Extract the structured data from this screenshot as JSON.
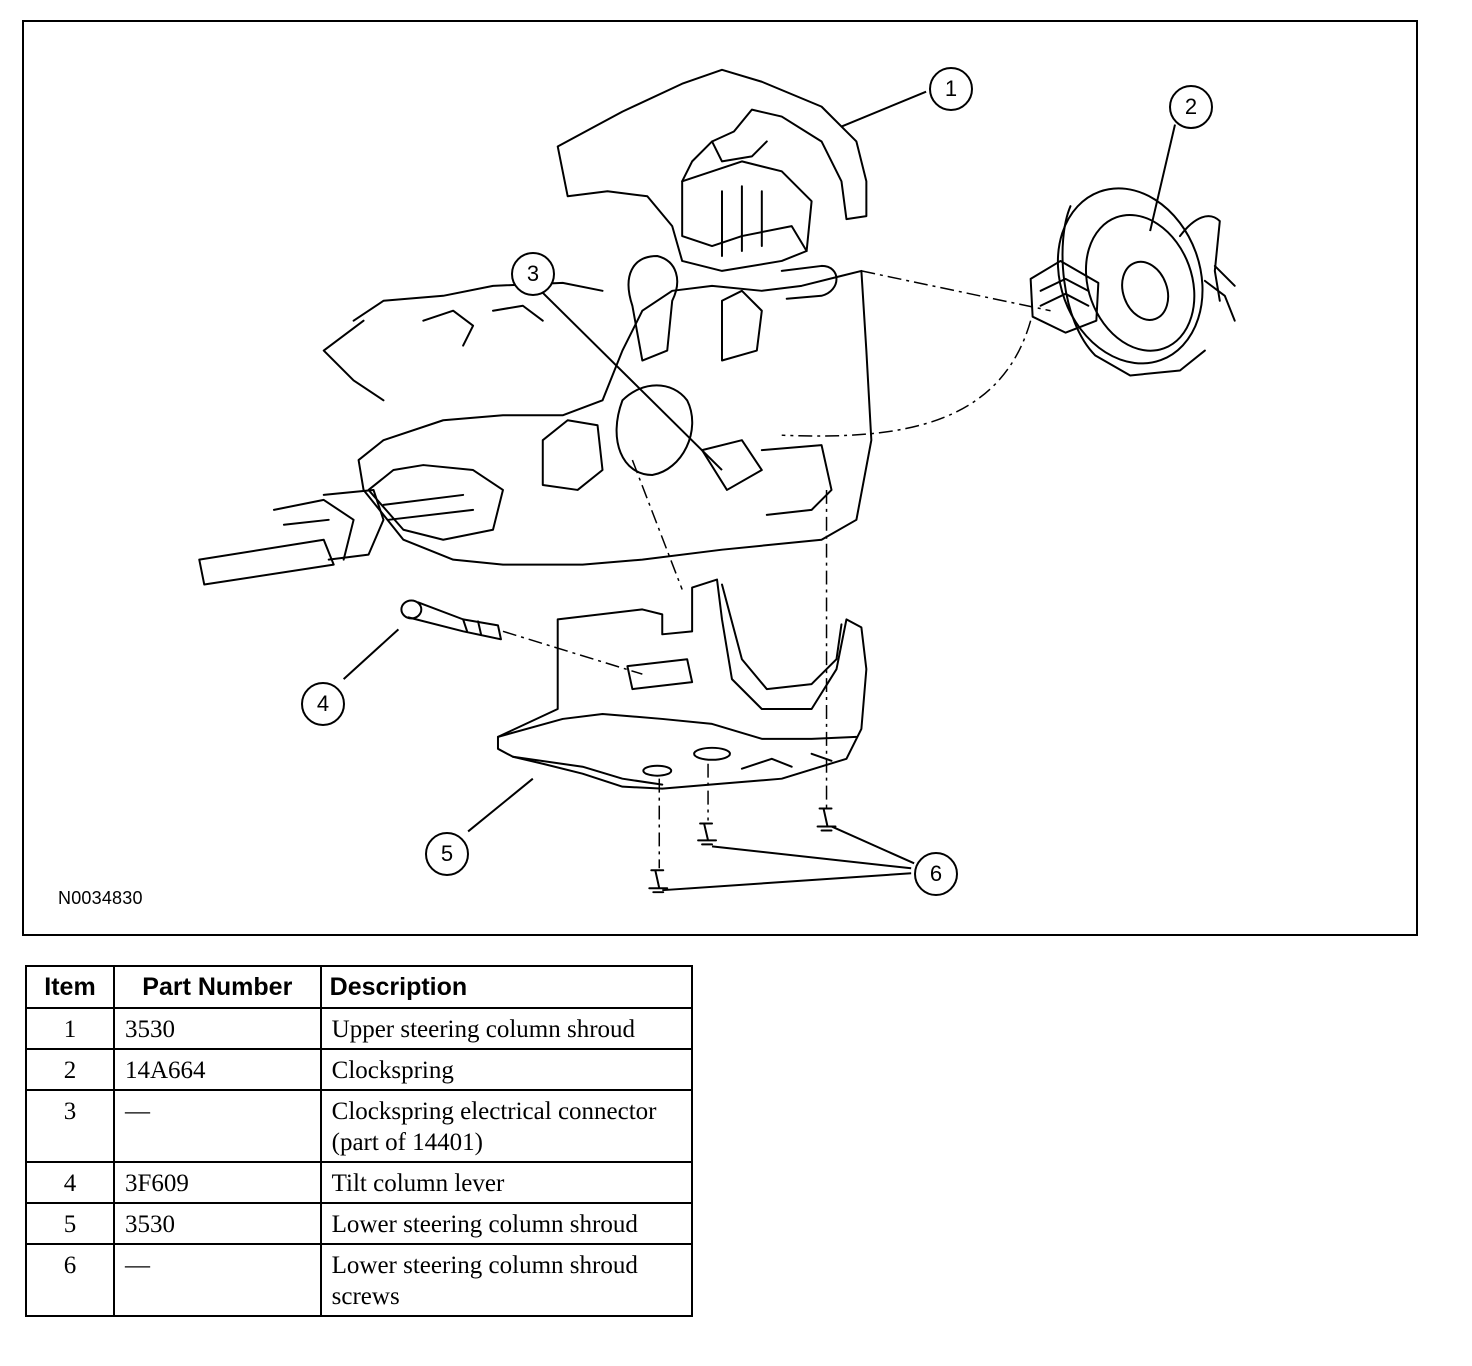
{
  "figure": {
    "id_label": "N0034830",
    "callouts": [
      "1",
      "2",
      "3",
      "4",
      "5",
      "6"
    ]
  },
  "table": {
    "headers": [
      "Item",
      "Part Number",
      "Description"
    ],
    "rows": [
      {
        "item": "1",
        "part_number": "3530",
        "description": "Upper steering column shroud"
      },
      {
        "item": "2",
        "part_number": "14A664",
        "description": "Clockspring"
      },
      {
        "item": "3",
        "part_number": "—",
        "description": "Clockspring electrical connector (part of 14401)"
      },
      {
        "item": "4",
        "part_number": "3F609",
        "description": "Tilt column lever"
      },
      {
        "item": "5",
        "part_number": "3530",
        "description": "Lower steering column shroud"
      },
      {
        "item": "6",
        "part_number": "—",
        "description": "Lower steering column shroud screws"
      }
    ]
  }
}
